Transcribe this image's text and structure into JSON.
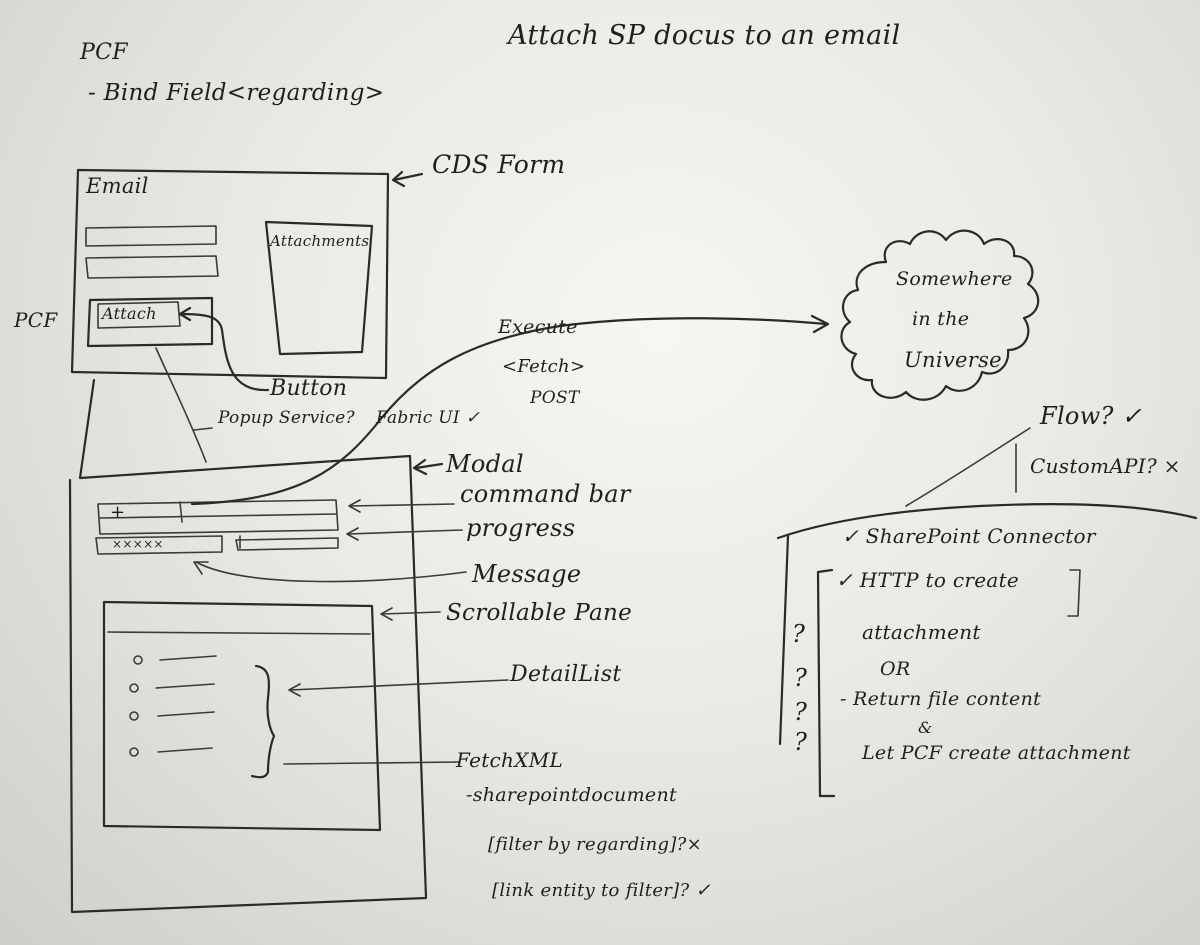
{
  "title": "Attach SP docus to an email",
  "notes": {
    "pcf_heading": "PCF",
    "bind_field": "- Bind Field<regarding>",
    "pcf_side": "PCF",
    "cds_form": "CDS Form",
    "email": "Email",
    "attachments": "Attachments",
    "attach": "Attach",
    "button": "Button",
    "popup_service": "Popup Service?",
    "fabric_ui": "Fabric UI ✓",
    "execute": "Execute",
    "fetch": "<Fetch>",
    "post": "POST",
    "cloud_line1": "Somewhere",
    "cloud_line2": "in the",
    "cloud_line3": "Universe",
    "flow": "Flow? ✓",
    "custom_api": "CustomAPI? ×",
    "modal": "Modal",
    "command_bar": "command bar",
    "plus": "+",
    "progress": "progress",
    "stars": "×××××",
    "message": "Message",
    "scrollable_pane": "Scrollable Pane",
    "detail_list": "DetailList",
    "fetchxml": "FetchXML",
    "sharepoint_document": "-sharepointdocument",
    "filter_regarding": "[filter by regarding]?×",
    "link_entity": "[link entity to filter]? ✓",
    "sp_connector": "✓ SharePoint Connector",
    "http_create": "✓ HTTP to create",
    "attachment": "attachment",
    "or": "OR",
    "return_file": "- Return file content",
    "and": "&",
    "let_pcf": "Let PCF create attachment",
    "q1": "?",
    "q2": "?",
    "q3": "?",
    "q4": "?"
  }
}
